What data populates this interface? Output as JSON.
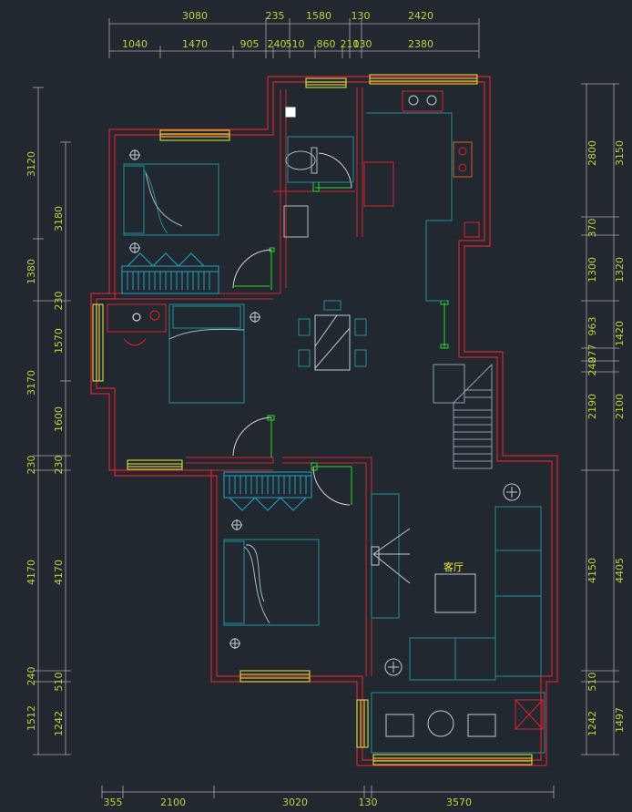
{
  "dimensions": {
    "top_outer": [
      "3080",
      "235",
      "1580",
      "130",
      "2420"
    ],
    "top_inner": [
      "1040",
      "1470",
      "905",
      "240",
      "510",
      "860",
      "210",
      "130",
      "2380"
    ],
    "bottom": [
      "355",
      "2100",
      "3020",
      "130",
      "3570"
    ],
    "left_outer": [
      "3120",
      "1380",
      "3170",
      "230",
      "4170",
      "240",
      "1512"
    ],
    "left_inner": [
      "3180",
      "230",
      "1570",
      "1600",
      "230",
      "4170",
      "510",
      "1242"
    ],
    "right_inner": [
      "2800",
      "370",
      "1300",
      "963",
      "277",
      "240",
      "2190",
      "4150",
      "510",
      "1242"
    ],
    "right_outer": [
      "3150",
      "1320",
      "1420",
      "2100",
      "4405",
      "1497"
    ]
  },
  "rooms": {
    "living_room": "客厅"
  },
  "colors": {
    "background": "#212830",
    "wall": "#e0202a",
    "window": "#ecec3a",
    "door": "#2ed62e",
    "furniture": "#1f8f9a",
    "bed_cover": "#1fa6c8",
    "dimension": "#b8d43a",
    "frame": "#b8b8b8"
  }
}
